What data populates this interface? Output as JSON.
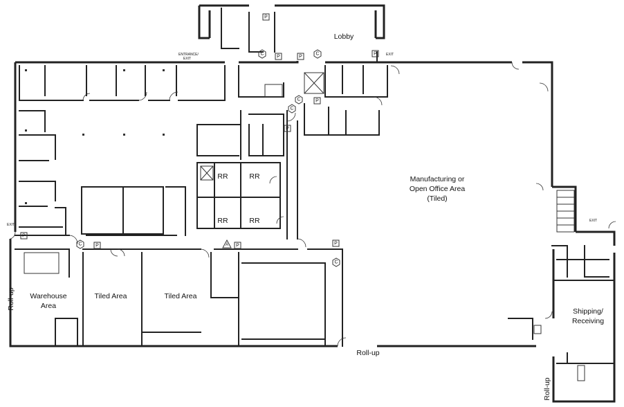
{
  "rooms": {
    "lobby": "Lobby",
    "manufacturing_line1": "Manufacturing or",
    "manufacturing_line2": "Open Office Area",
    "manufacturing_line3": "(Tiled)",
    "warehouse_line1": "Warehouse",
    "warehouse_line2": "Area",
    "tiled_area_1": "Tiled Area",
    "tiled_area_2": "Tiled Area",
    "shipping_line1": "Shipping/",
    "shipping_line2": "Receiving",
    "restroom": "RR"
  },
  "doors": {
    "roll_up_bottom": "Roll-up",
    "roll_up_left": "Roll-up",
    "roll_up_right": "Roll-up"
  },
  "exits": {
    "entrance_exit_line1": "ENTRANCE/",
    "entrance_exit_line2": "EXIT",
    "exit": "EXIT"
  },
  "symbols": {
    "p": "P",
    "c": "C",
    "a": "A"
  }
}
